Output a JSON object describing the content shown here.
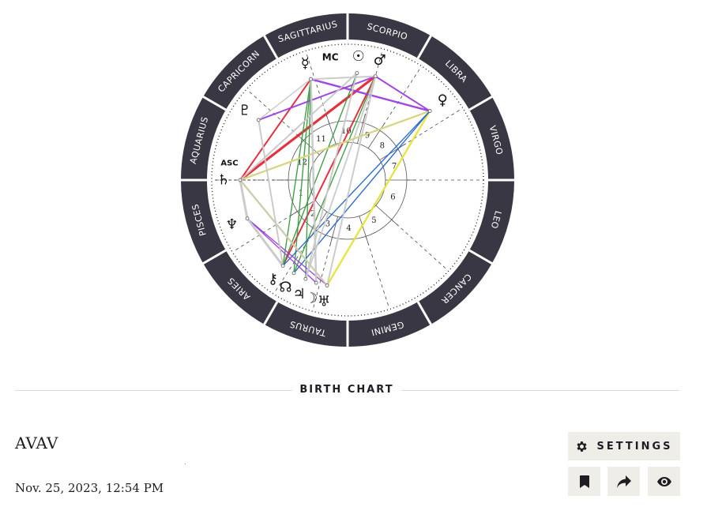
{
  "zodiac_signs": [
    "SCORPIO",
    "LIBRA",
    "VIRGO",
    "LEO",
    "CANCER",
    "GEMINI",
    "TAURUS",
    "ARIES",
    "PISCES",
    "AQUARIUS",
    "CAPRICORN",
    "SAGITTARIUS"
  ],
  "house_numbers": [
    "1",
    "2",
    "3",
    "4",
    "5",
    "6",
    "7",
    "8",
    "9",
    "10",
    "11",
    "12"
  ],
  "angle_labels": {
    "asc": "ASC",
    "mc": "MC"
  },
  "planets": [
    {
      "name": "mercury",
      "glyph": "☿"
    },
    {
      "name": "sun",
      "glyph": "☉"
    },
    {
      "name": "mars",
      "glyph": "♂"
    },
    {
      "name": "venus",
      "glyph": "♀"
    },
    {
      "name": "pluto",
      "glyph": "♇"
    },
    {
      "name": "saturn",
      "glyph": "♄"
    },
    {
      "name": "neptune",
      "glyph": "♆"
    },
    {
      "name": "chiron",
      "glyph": "⚷"
    },
    {
      "name": "north-node",
      "glyph": "☊"
    },
    {
      "name": "jupiter",
      "glyph": "♃"
    },
    {
      "name": "moon",
      "glyph": "☽"
    },
    {
      "name": "uranus",
      "glyph": "♅"
    }
  ],
  "aspect_colors": {
    "trine": "#e8e33a",
    "square": "#e32636",
    "sextile": "#3a9a3f",
    "opposition": "#2266cc",
    "quincunx": "#9b3fe0",
    "minor": "#c9c9c9"
  },
  "wheel_colors": {
    "ring": "#3a3744",
    "ring_text": "#ffffff"
  },
  "section_title": "BIRTH CHART",
  "chart": {
    "name": "AVAV",
    "date": "Nov. 25, 2023, 12:54 PM"
  },
  "buttons": {
    "settings_label": "SETTINGS",
    "settings_icon": "gear-icon",
    "bookmark_icon": "bookmark-icon",
    "share_icon": "share-icon",
    "view_icon": "eye-icon"
  }
}
